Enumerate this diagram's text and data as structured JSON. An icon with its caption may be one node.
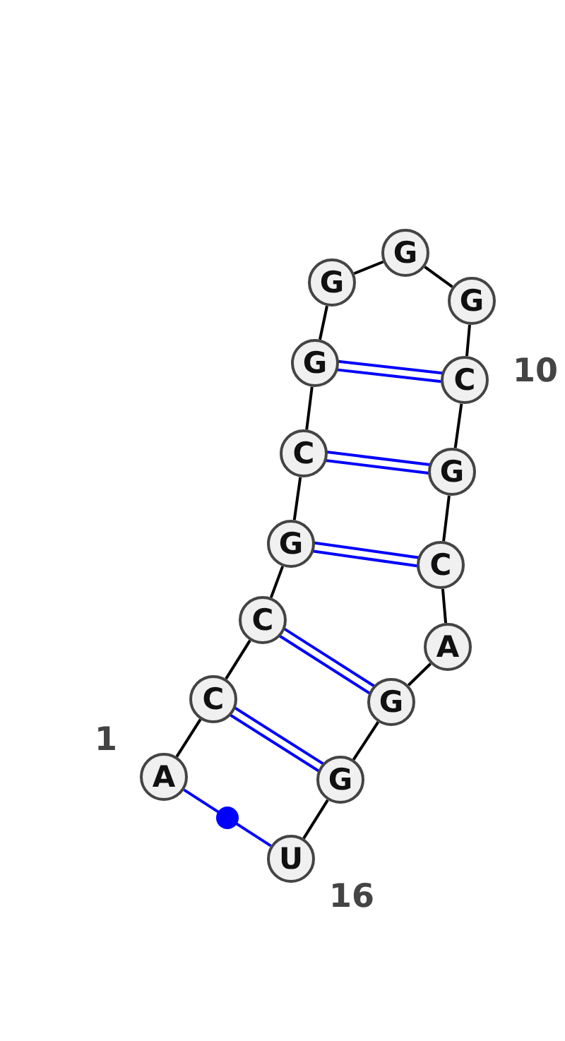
{
  "diagram": {
    "nodes": [
      {
        "text": [
          "A"
        ],
        "beside": [
          "1"
        ]
      },
      {
        "text": [
          "C"
        ]
      },
      {
        "text": [
          "C"
        ]
      },
      {
        "text": [
          "G"
        ]
      },
      {
        "text": [
          "C"
        ]
      },
      {
        "text": [
          "G"
        ]
      },
      {
        "text": [
          "G"
        ]
      },
      {
        "text": [
          "G"
        ]
      },
      {
        "text": [
          "G"
        ]
      },
      {
        "text": [
          "C"
        ],
        "beside": [
          "10"
        ]
      },
      {
        "text": [
          "G"
        ]
      },
      {
        "text": [
          "C"
        ]
      },
      {
        "text": [
          "A"
        ]
      },
      {
        "text": [
          "G"
        ]
      },
      {
        "text": [
          "G"
        ]
      },
      {
        "text": [
          "U"
        ],
        "beside": [
          "16"
        ]
      }
    ],
    "edges": [
      {
        "from": 0,
        "to": 1,
        "arrow": "none"
      },
      {
        "from": 1,
        "to": 2,
        "arrow": "none"
      },
      {
        "from": 2,
        "to": 3,
        "arrow": "none"
      },
      {
        "from": 3,
        "to": 4,
        "arrow": "none"
      },
      {
        "from": 4,
        "to": 5,
        "arrow": "none"
      },
      {
        "from": 5,
        "to": 6,
        "arrow": "none"
      },
      {
        "from": 6,
        "to": 7,
        "arrow": "none"
      },
      {
        "from": 7,
        "to": 8,
        "arrow": "none"
      },
      {
        "from": 8,
        "to": 9,
        "arrow": "none"
      },
      {
        "from": 9,
        "to": 10,
        "arrow": "none"
      },
      {
        "from": 10,
        "to": 11,
        "arrow": "none"
      },
      {
        "from": 11,
        "to": 12,
        "arrow": "none"
      },
      {
        "from": 12,
        "to": 13,
        "arrow": "none"
      },
      {
        "from": 13,
        "to": 14,
        "arrow": "none"
      },
      {
        "from": 14,
        "to": 15,
        "arrow": "none"
      },
      {
        "from": 5,
        "to": 9,
        "arrow": "none",
        "color": "#0000ff"
      },
      {
        "from": 4,
        "to": 10,
        "arrow": "none",
        "color": "#0000ff"
      },
      {
        "from": 3,
        "to": 11,
        "arrow": "none",
        "color": "#0000ff"
      },
      {
        "from": 2,
        "to": 13,
        "arrow": "none",
        "color": "#0000ff"
      },
      {
        "from": 1,
        "to": 14,
        "arrow": "none",
        "color": "#0000ff"
      },
      {
        "from": 0,
        "to": 15,
        "arrow": "none",
        "color": "#0000ff"
      }
    ]
  }
}
